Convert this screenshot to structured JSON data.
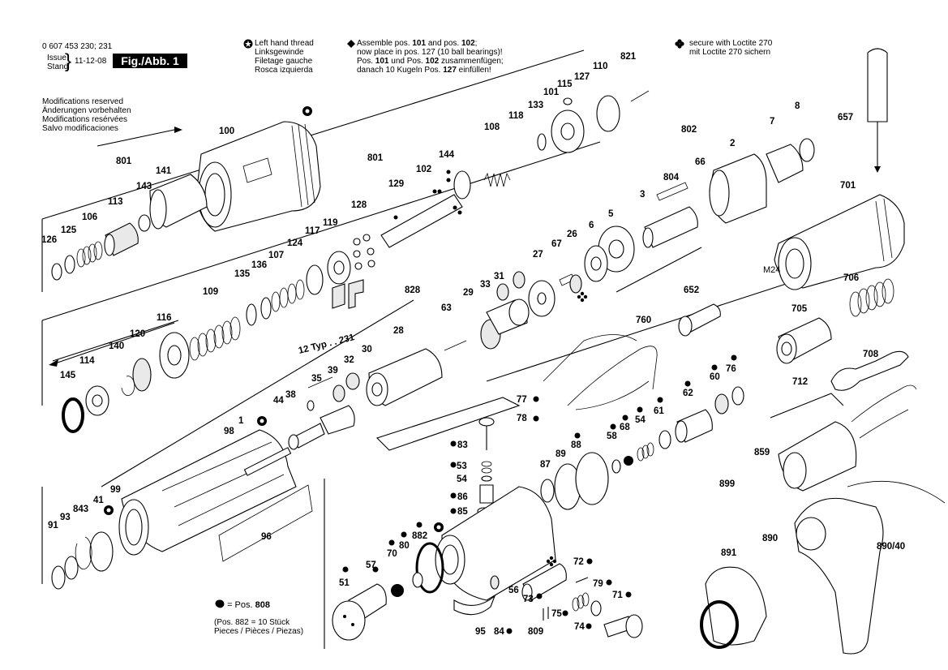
{
  "doc": {
    "part_number": "0 607 453 230; 231",
    "issue_label": "Issue",
    "stand_label": "Stand",
    "date": "11-12-08",
    "figure": "Fig./Abb. 1",
    "modifications": [
      "Modifications reserved",
      "Änderungen vorbehalten",
      "Modifications resérvées",
      "Salvo modificaciones"
    ],
    "left_thread": [
      "Left hand thread",
      "Linksgewinde",
      "Filetage gauche",
      "Rosca izquierda"
    ],
    "assemble_note": {
      "l1_a": "Assemble pos. ",
      "l1_b": "101",
      "l1_c": " and pos. ",
      "l1_d": "102",
      "l1_e": ";",
      "l2": "now place in pos. 127 (10 ball bearings)!",
      "l3_a": "Pos. ",
      "l3_b": "101",
      "l3_c": " und Pos. ",
      "l3_d": "102",
      "l3_e": " zusammenfügen;",
      "l4_a": "danach 10 Kugeln Pos. ",
      "l4_b": "127",
      "l4_c": " einfüllen!"
    },
    "loctite": [
      "secure with Loctite 270",
      "mit Loctite 270 sichern"
    ],
    "legend_pos": "= Pos. ",
    "legend_pos_num": "808",
    "pieces_note": [
      "(Pos. 882 = 10 Stück",
      "Pieces / Pièces / Piezas)"
    ],
    "typ_label": "12 Typ . . 231",
    "m24": "M24"
  },
  "icons": {
    "left_thread": "circled-star-icon",
    "assemble": "diamond-icon",
    "loctite": "four-leaf-clover-icon",
    "pos808": "filled-dot-icon"
  },
  "labels": [
    {
      "id": "100",
      "t": "100"
    },
    {
      "id": "801a",
      "t": "801"
    },
    {
      "id": "141",
      "t": "141"
    },
    {
      "id": "143",
      "t": "143"
    },
    {
      "id": "113",
      "t": "113"
    },
    {
      "id": "106",
      "t": "106"
    },
    {
      "id": "125",
      "t": "125"
    },
    {
      "id": "126",
      "t": "126"
    },
    {
      "id": "801b",
      "t": "801"
    },
    {
      "id": "129",
      "t": "129"
    },
    {
      "id": "102",
      "t": "102"
    },
    {
      "id": "144",
      "t": "144"
    },
    {
      "id": "128",
      "t": "128"
    },
    {
      "id": "108",
      "t": "108"
    },
    {
      "id": "133",
      "t": "133"
    },
    {
      "id": "118",
      "t": "118"
    },
    {
      "id": "101",
      "t": "101"
    },
    {
      "id": "115",
      "t": "115"
    },
    {
      "id": "127",
      "t": "127"
    },
    {
      "id": "110",
      "t": "110"
    },
    {
      "id": "821",
      "t": "821"
    },
    {
      "id": "8",
      "t": "8"
    },
    {
      "id": "657",
      "t": "657"
    },
    {
      "id": "802",
      "t": "802"
    },
    {
      "id": "7",
      "t": "7"
    },
    {
      "id": "2",
      "t": "2"
    },
    {
      "id": "66",
      "t": "66"
    },
    {
      "id": "804",
      "t": "804"
    },
    {
      "id": "3",
      "t": "3"
    },
    {
      "id": "5",
      "t": "5"
    },
    {
      "id": "6",
      "t": "6"
    },
    {
      "id": "701",
      "t": "701"
    },
    {
      "id": "119",
      "t": "119"
    },
    {
      "id": "117",
      "t": "117"
    },
    {
      "id": "124",
      "t": "124"
    },
    {
      "id": "107",
      "t": "107"
    },
    {
      "id": "136",
      "t": "136"
    },
    {
      "id": "135",
      "t": "135"
    },
    {
      "id": "109",
      "t": "109"
    },
    {
      "id": "116",
      "t": "116"
    },
    {
      "id": "120",
      "t": "120"
    },
    {
      "id": "140",
      "t": "140"
    },
    {
      "id": "114",
      "t": "114"
    },
    {
      "id": "145",
      "t": "145"
    },
    {
      "id": "828",
      "t": "828"
    },
    {
      "id": "29",
      "t": "29"
    },
    {
      "id": "33",
      "t": "33"
    },
    {
      "id": "31",
      "t": "31"
    },
    {
      "id": "27",
      "t": "27"
    },
    {
      "id": "67",
      "t": "67"
    },
    {
      "id": "26",
      "t": "26"
    },
    {
      "id": "652",
      "t": "652"
    },
    {
      "id": "706",
      "t": "706"
    },
    {
      "id": "705",
      "t": "705"
    },
    {
      "id": "63",
      "t": "63"
    },
    {
      "id": "28",
      "t": "28"
    },
    {
      "id": "30",
      "t": "30"
    },
    {
      "id": "32",
      "t": "32"
    },
    {
      "id": "39",
      "t": "39"
    },
    {
      "id": "35",
      "t": "35"
    },
    {
      "id": "38",
      "t": "38"
    },
    {
      "id": "44",
      "t": "44"
    },
    {
      "id": "760",
      "t": "760"
    },
    {
      "id": "708",
      "t": "708"
    },
    {
      "id": "712",
      "t": "712"
    },
    {
      "id": "76",
      "t": "76"
    },
    {
      "id": "60",
      "t": "60"
    },
    {
      "id": "62",
      "t": "62"
    },
    {
      "id": "77",
      "t": "77"
    },
    {
      "id": "78",
      "t": "78"
    },
    {
      "id": "61",
      "t": "61"
    },
    {
      "id": "54a",
      "t": "54"
    },
    {
      "id": "68",
      "t": "68"
    },
    {
      "id": "58",
      "t": "58"
    },
    {
      "id": "1",
      "t": "1"
    },
    {
      "id": "98",
      "t": "98"
    },
    {
      "id": "83",
      "t": "83"
    },
    {
      "id": "88",
      "t": "88"
    },
    {
      "id": "89",
      "t": "89"
    },
    {
      "id": "87",
      "t": "87"
    },
    {
      "id": "53",
      "t": "53"
    },
    {
      "id": "54b",
      "t": "54"
    },
    {
      "id": "86",
      "t": "86"
    },
    {
      "id": "85",
      "t": "85"
    },
    {
      "id": "859",
      "t": "859"
    },
    {
      "id": "899",
      "t": "899"
    },
    {
      "id": "99",
      "t": "99"
    },
    {
      "id": "41",
      "t": "41"
    },
    {
      "id": "843",
      "t": "843"
    },
    {
      "id": "93",
      "t": "93"
    },
    {
      "id": "91",
      "t": "91"
    },
    {
      "id": "96",
      "t": "96"
    },
    {
      "id": "882",
      "t": "882"
    },
    {
      "id": "80",
      "t": "80"
    },
    {
      "id": "70",
      "t": "70"
    },
    {
      "id": "57",
      "t": "57"
    },
    {
      "id": "51",
      "t": "51"
    },
    {
      "id": "890",
      "t": "890"
    },
    {
      "id": "89040",
      "t": "890/40"
    },
    {
      "id": "891",
      "t": "891"
    },
    {
      "id": "72",
      "t": "72"
    },
    {
      "id": "79",
      "t": "79"
    },
    {
      "id": "56",
      "t": "56"
    },
    {
      "id": "73",
      "t": "73"
    },
    {
      "id": "75",
      "t": "75"
    },
    {
      "id": "71",
      "t": "71"
    },
    {
      "id": "74",
      "t": "74"
    },
    {
      "id": "809",
      "t": "809"
    },
    {
      "id": "95",
      "t": "95"
    },
    {
      "id": "84",
      "t": "84"
    }
  ]
}
